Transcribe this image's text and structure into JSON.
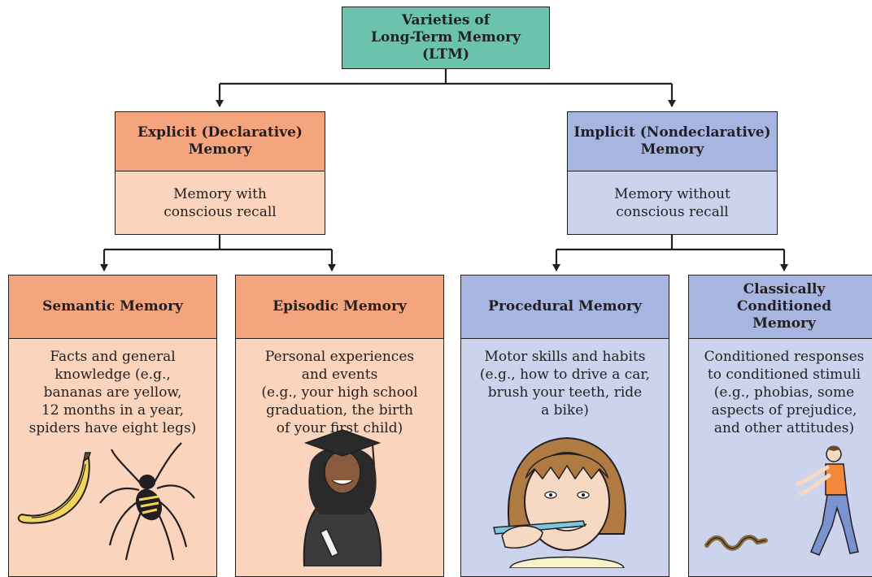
{
  "root": {
    "title_line1": "Varieties of",
    "title_line2": "Long-Term Memory (LTM)"
  },
  "explicit": {
    "title_line1": "Explicit (Declarative)",
    "title_line2": "Memory",
    "desc_line1": "Memory with",
    "desc_line2": "conscious recall"
  },
  "implicit": {
    "title_line1": "Implicit (Nondeclarative)",
    "title_line2": "Memory",
    "desc_line1": "Memory without",
    "desc_line2": "conscious recall"
  },
  "semantic": {
    "title": "Semantic Memory",
    "desc": [
      "Facts and general",
      "knowledge (e.g.,",
      "bananas are yellow,",
      "12 months in a year,",
      "spiders have eight legs)"
    ]
  },
  "episodic": {
    "title": "Episodic Memory",
    "desc": [
      "Personal experiences",
      "and events",
      "(e.g., your high school",
      "graduation, the birth",
      "of your first child)"
    ]
  },
  "procedural": {
    "title": "Procedural Memory",
    "desc": [
      "Motor skills and habits",
      "(e.g., how to drive a car,",
      "brush your teeth, ride",
      "a bike)"
    ]
  },
  "classical": {
    "title_line1": "Classically Conditioned",
    "title_line2": "Memory",
    "desc": [
      "Conditioned responses",
      "to conditioned stimuli",
      "(e.g., phobias, some",
      "aspects of prejudice,",
      "and other attitudes)"
    ]
  },
  "colors": {
    "root_fill": "#6cc3ad",
    "explicit_head": "#f5a57e",
    "explicit_body": "#fad4bd",
    "implicit_head": "#a7b6e0",
    "implicit_body": "#cbd4ec",
    "line": "#231f20"
  },
  "illustrations": [
    "banana",
    "spider",
    "graduate",
    "person-brushing-teeth",
    "snake",
    "person-backing-away"
  ]
}
